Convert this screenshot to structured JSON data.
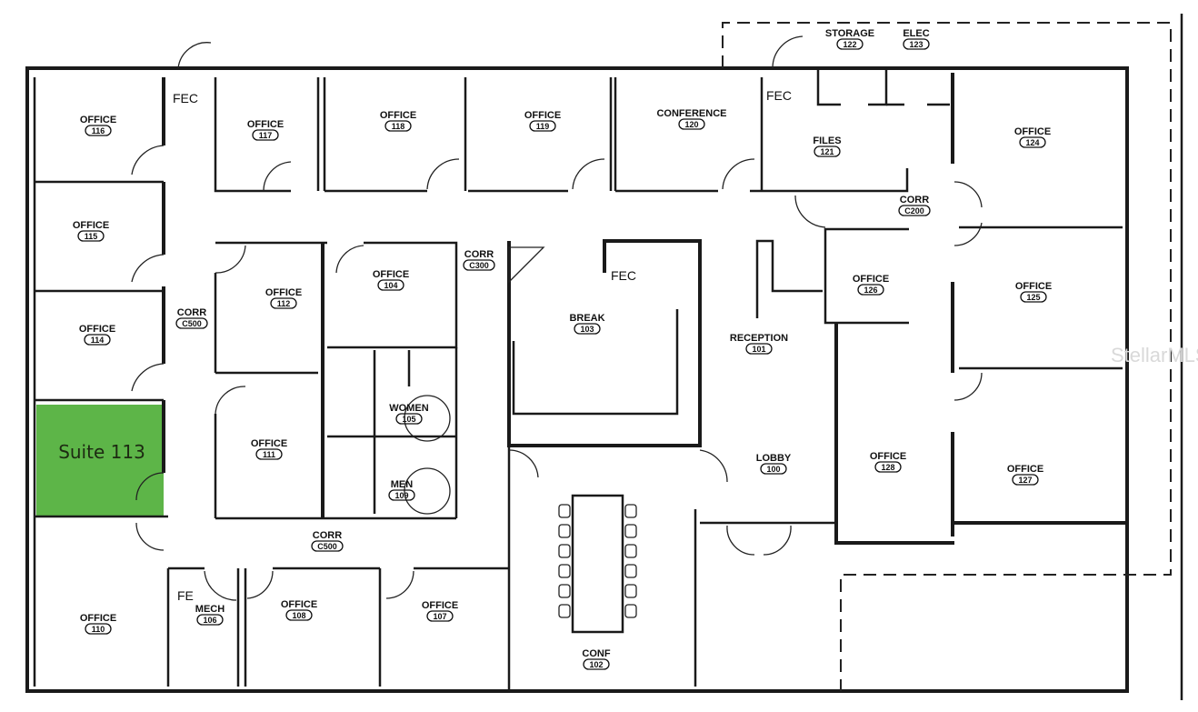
{
  "highlight": {
    "label": "Suite 113",
    "color": "#5db548"
  },
  "watermark": "StellarMLS",
  "rooms": [
    {
      "id": "r116",
      "name": "OFFICE",
      "number": "116"
    },
    {
      "id": "r117",
      "name": "OFFICE",
      "number": "117"
    },
    {
      "id": "r118",
      "name": "OFFICE",
      "number": "118"
    },
    {
      "id": "r119",
      "name": "OFFICE",
      "number": "119"
    },
    {
      "id": "r120",
      "name": "CONFERENCE",
      "number": "120"
    },
    {
      "id": "r121",
      "name": "FILES",
      "number": "121"
    },
    {
      "id": "r122",
      "name": "STORAGE",
      "number": "122"
    },
    {
      "id": "r123",
      "name": "ELEC",
      "number": "123"
    },
    {
      "id": "r124",
      "name": "OFFICE",
      "number": "124"
    },
    {
      "id": "r115",
      "name": "OFFICE",
      "number": "115"
    },
    {
      "id": "r114",
      "name": "OFFICE",
      "number": "114"
    },
    {
      "id": "r112",
      "name": "OFFICE",
      "number": "112"
    },
    {
      "id": "r104",
      "name": "OFFICE",
      "number": "104"
    },
    {
      "id": "c300",
      "name": "CORR",
      "number": "C300"
    },
    {
      "id": "r103",
      "name": "BREAK",
      "number": "103"
    },
    {
      "id": "r101",
      "name": "RECEPTION",
      "number": "101"
    },
    {
      "id": "c200",
      "name": "CORR",
      "number": "C200"
    },
    {
      "id": "r126",
      "name": "OFFICE",
      "number": "126"
    },
    {
      "id": "r125",
      "name": "OFFICE",
      "number": "125"
    },
    {
      "id": "r128",
      "name": "OFFICE",
      "number": "128"
    },
    {
      "id": "r127",
      "name": "OFFICE",
      "number": "127"
    },
    {
      "id": "r100",
      "name": "LOBBY",
      "number": "100"
    },
    {
      "id": "r111",
      "name": "OFFICE",
      "number": "111"
    },
    {
      "id": "r105",
      "name": "WOMEN",
      "number": "105"
    },
    {
      "id": "r109",
      "name": "MEN",
      "number": "109"
    },
    {
      "id": "c500",
      "name": "CORR",
      "number": "C500"
    },
    {
      "id": "c500b",
      "name": "CORR",
      "number": "C500"
    },
    {
      "id": "r110",
      "name": "OFFICE",
      "number": "110"
    },
    {
      "id": "r106",
      "name": "MECH",
      "number": "106"
    },
    {
      "id": "r108",
      "name": "OFFICE",
      "number": "108"
    },
    {
      "id": "r107",
      "name": "OFFICE",
      "number": "107"
    },
    {
      "id": "r102",
      "name": "CONF",
      "number": "102"
    }
  ],
  "markers": [
    {
      "id": "fec1",
      "text": "FEC"
    },
    {
      "id": "fec2",
      "text": "FEC"
    },
    {
      "id": "fec3",
      "text": "FEC"
    },
    {
      "id": "fe1",
      "text": "FE"
    }
  ]
}
